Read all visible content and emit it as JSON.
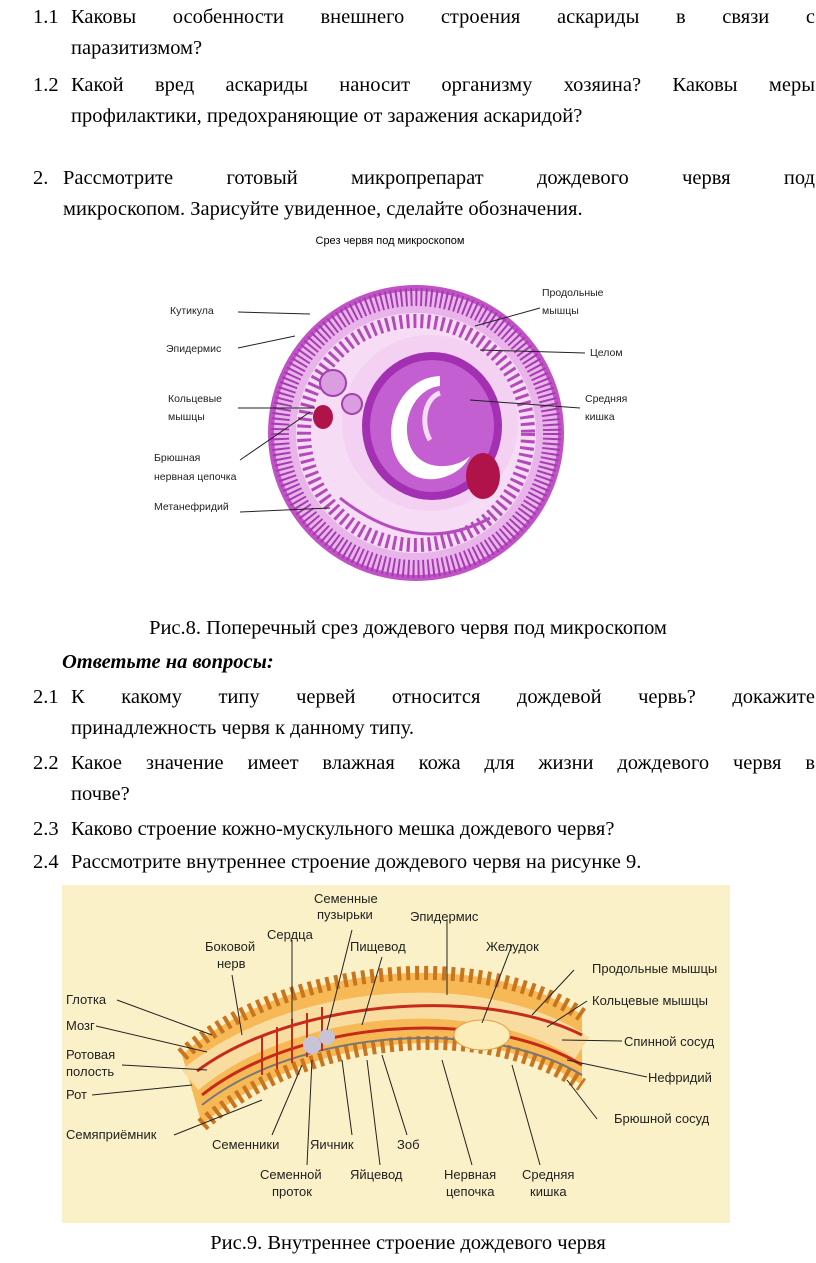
{
  "questions_top": [
    {
      "num": "1.1",
      "line1": "Каковы особенности внешнего строения аскариды в связи с",
      "line2": "паразитизмом?"
    },
    {
      "num": "1.2",
      "line1": "Какой вред аскариды наносит организму хозяина? Каковы меры",
      "line2": "профилактики, предохраняющие от заражения аскаридой?"
    }
  ],
  "task2": {
    "num": "2.",
    "line1": "Рассмотрите готовый микропрепарат дождевого червя под",
    "line2": "микроскопом. Зарисуйте увиденное, сделайте обозначения."
  },
  "fig8": {
    "title": "Срез червя под микроскопом",
    "labels": {
      "cuticle": "Кутикула",
      "epidermis": "Эпидермис",
      "ring1": "Кольцевые",
      "ring2": "мышцы",
      "nerve1": "Брюшная",
      "nerve2": "нервная цепочка",
      "metanephridium": "Метанефридий",
      "long1": "Продольные",
      "long2": "мышцы",
      "coelom": "Целом",
      "gut1": "Средняя",
      "gut2": "кишка"
    },
    "caption": "Рис.8. Поперечный срез дождевого червя под микроскопом"
  },
  "answer_heading": "Ответьте на вопросы:",
  "questions2": [
    {
      "num": "2.1",
      "line1": "К какому типу червей относится дождевой червь? докажите",
      "line2": "принадлежность червя к данному типу."
    },
    {
      "num": "2.2",
      "line1": "Какое значение имеет влажная кожа для жизни дождевого червя в",
      "line2": "почве?"
    },
    {
      "num": "2.3",
      "line1": "Каково строение кожно-мускульного мешка дождевого червя?",
      "line2": ""
    },
    {
      "num": "2.4",
      "line1": "Рассмотрите внутреннее строение дождевого червя на рисунке 9.",
      "line2": ""
    }
  ],
  "fig9": {
    "labels": {
      "sv1": "Семенные",
      "sv2": "пузырьки",
      "hearts": "Сердца",
      "ln1": "Боковой",
      "ln2": "нерв",
      "esophagus": "Пищевод",
      "epidermis": "Эпидермис",
      "stomach": "Желудок",
      "longm": "Продольные мышцы",
      "ringm": "Кольцевые мышцы",
      "dorsal": "Спинной сосуд",
      "nephridium": "Нефридий",
      "ventral": "Брюшной сосуд",
      "pharynx": "Глотка",
      "brain": "Мозг",
      "oc1": "Ротовая",
      "oc2": "полость",
      "mouth": "Рот",
      "receptacle": "Семяприёмник",
      "testes": "Семенники",
      "ovary": "Яичник",
      "crop": "Зоб",
      "sd1": "Семенной",
      "sd2": "проток",
      "oviduct": "Яйцевод",
      "nc1": "Нервная",
      "nc2": "цепочка",
      "mg1": "Средняя",
      "mg2": "кишка"
    },
    "caption": "Рис.9. Внутреннее строение дождевого червя"
  }
}
